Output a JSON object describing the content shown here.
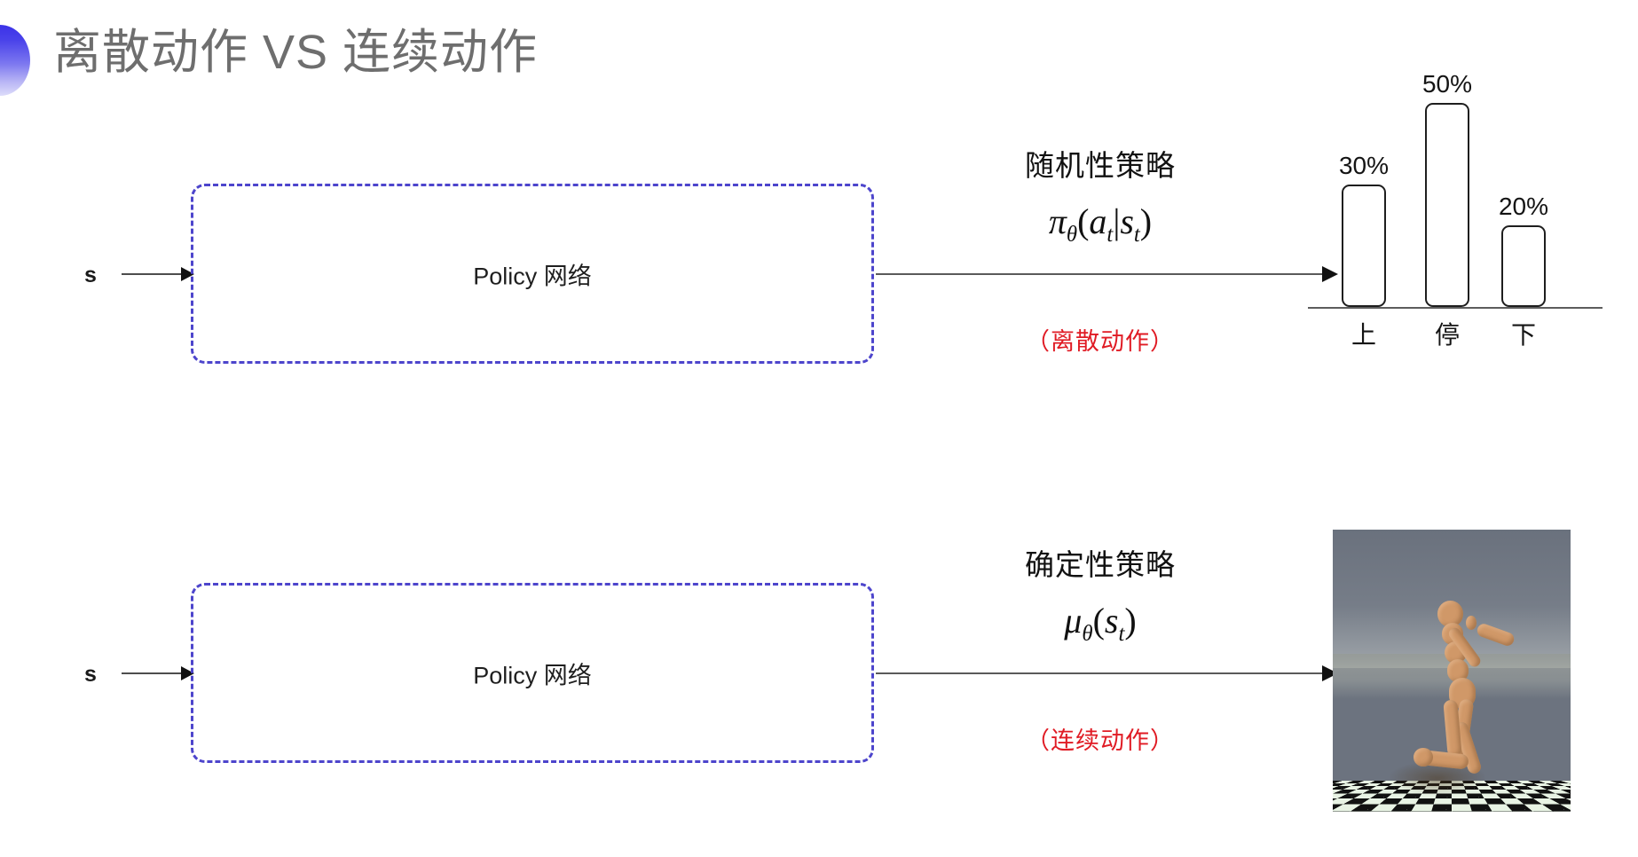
{
  "slide": {
    "title": "离散动作 VS 连续动作",
    "bullet_gradient_top": "#3b32e8",
    "bullet_gradient_bottom": "#dddcfa",
    "title_color": "#6e6e6e",
    "background": "#ffffff"
  },
  "colors": {
    "box_border": "#4d45cc",
    "arrow": "#4d4d4d",
    "red_note": "#e01b24",
    "bar_outline": "#1e1e1e",
    "text": "#111111"
  },
  "rows": [
    {
      "id": "discrete",
      "input_label": "s",
      "box_label": "Policy 网络",
      "policy_kind": "随机性策略",
      "formula": {
        "head": "π",
        "head_sub": "θ",
        "open": "(",
        "arg1": "a",
        "arg1_sub": "t",
        "pipe": "|",
        "arg2": "s",
        "arg2_sub": "t",
        "close": ")"
      },
      "action_note": "（离散动作）",
      "output_kind": "bar-chart"
    },
    {
      "id": "continuous",
      "input_label": "s",
      "box_label": "Policy 网络",
      "policy_kind": "确定性策略",
      "formula": {
        "head": "μ",
        "head_sub": "θ",
        "open": "(",
        "arg1": "s",
        "arg1_sub": "t",
        "pipe": "",
        "arg2": "",
        "arg2_sub": "",
        "close": ")"
      },
      "action_note": "（连续动作）",
      "output_kind": "humanoid-simulation"
    }
  ],
  "chart_data": {
    "type": "bar",
    "title": "",
    "xlabel": "",
    "ylabel": "",
    "categories": [
      "上",
      "停",
      "下"
    ],
    "values": [
      30,
      50,
      20
    ],
    "value_labels": [
      "30%",
      "50%",
      "20%"
    ],
    "ylim": [
      0,
      60
    ],
    "grid": false,
    "legend": null,
    "bar_fill": "#ffffff",
    "bar_outline": "#1e1e1e"
  },
  "humanoid": {
    "alt": "MuJoCo humanoid walking on checkerboard floor",
    "sky_color": "#6a717d",
    "floor_light": "#e8f3e4",
    "floor_dark": "#111111",
    "body_color": "#d09868"
  }
}
